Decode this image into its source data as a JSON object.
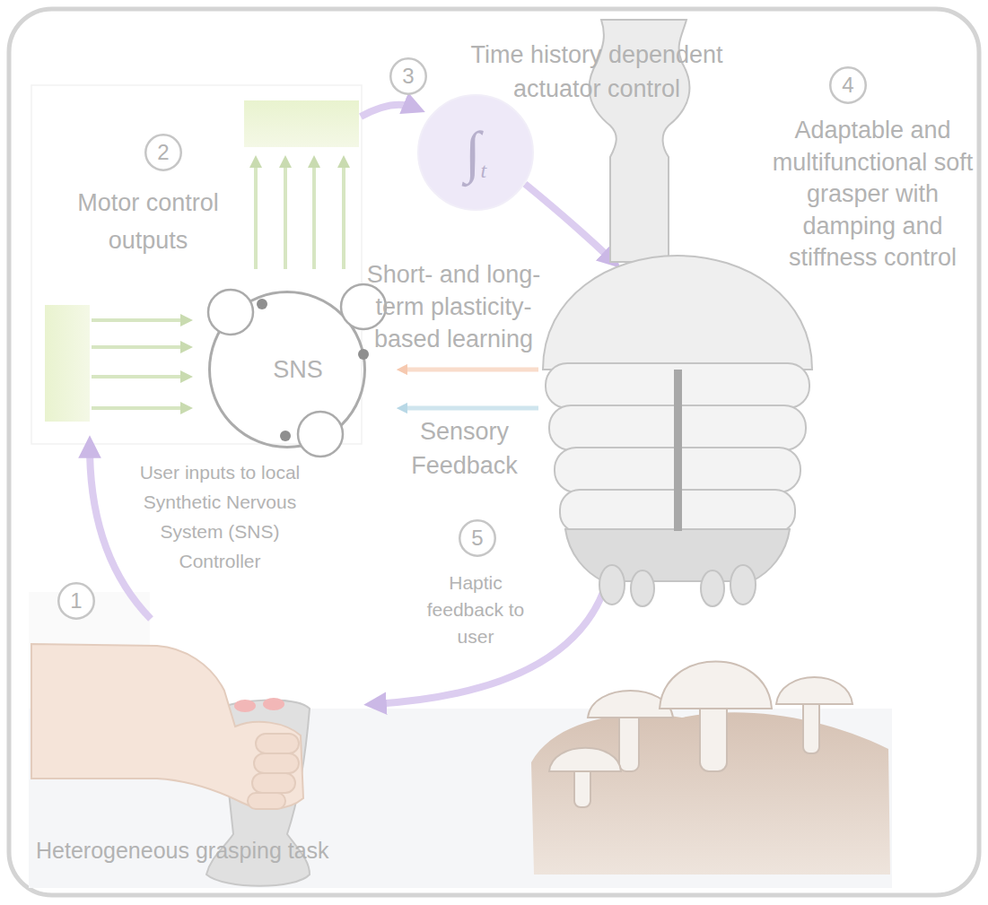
{
  "diagram": {
    "nodes": [
      {
        "text": [
          "3"
        ]
      },
      {
        "text": [
          "∫",
          "t"
        ]
      },
      {
        "text": [
          "4"
        ]
      },
      {
        "text": [
          "2"
        ]
      },
      {
        "text": [
          "SNS"
        ]
      },
      {
        "text": [
          "1"
        ]
      },
      {
        "text": [
          "5"
        ]
      }
    ],
    "labels": [
      "Time history dependent actuator control",
      "Adaptable and multifunctional soft grasper with damping and stiffness control",
      "Motor control outputs",
      "Short- and long-term plasticity-based learning",
      "Sensory Feedback",
      "User inputs to local Synthetic Nervous System (SNS) Controller",
      "Haptic feedback to user",
      "Heterogeneous grasping task"
    ]
  }
}
